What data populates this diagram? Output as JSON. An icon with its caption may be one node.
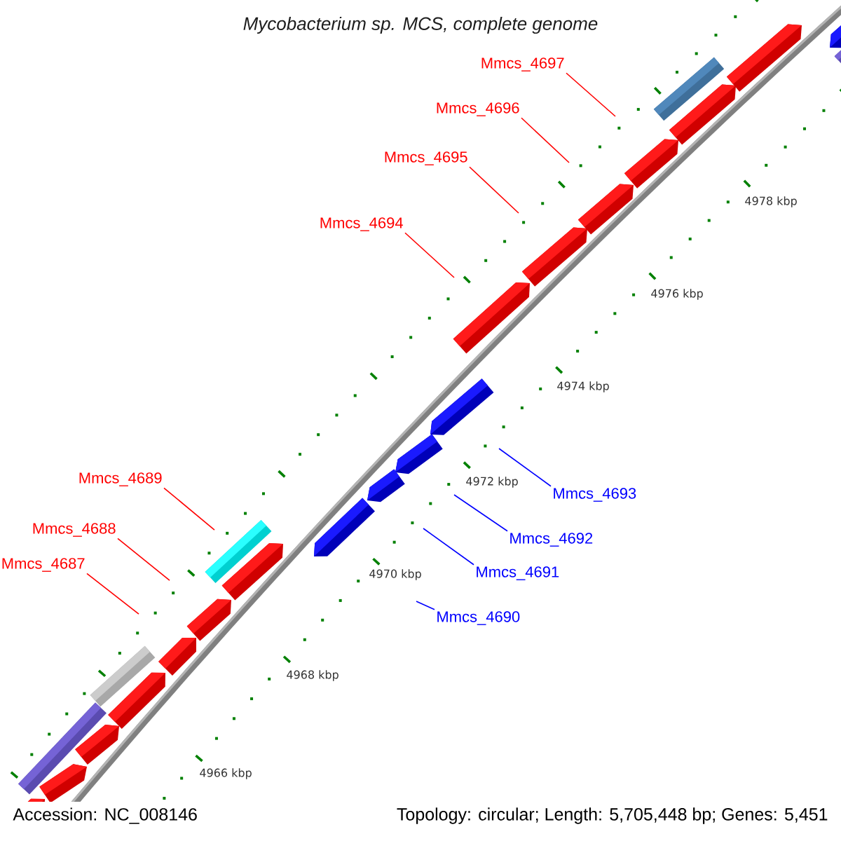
{
  "diagram": {
    "title": "Mycobacterium sp. MCS, complete genome",
    "nodes": [
      {
        "text": [
          "Mmcs_4697"
        ]
      },
      {
        "text": [
          "Mmcs_4696"
        ]
      },
      {
        "text": [
          "Mmcs_4695"
        ]
      },
      {
        "text": [
          "Mmcs_4694"
        ]
      },
      {
        "text": [
          "Mmcs_4689"
        ]
      },
      {
        "text": [
          "Mmcs_4693"
        ]
      },
      {
        "text": [
          "Mmcs_4688"
        ]
      },
      {
        "text": [
          "Mmcs_4692"
        ]
      },
      {
        "text": [
          "Mmcs_4687"
        ]
      },
      {
        "text": [
          "Mmcs_4691"
        ]
      },
      {
        "text": [
          "Mmcs_4690"
        ]
      }
    ],
    "edges": [
      {
        "from": 0,
        "to": null,
        "arrow": "none"
      },
      {
        "from": 1,
        "to": null,
        "arrow": "none"
      },
      {
        "from": 2,
        "to": null,
        "arrow": "none"
      },
      {
        "from": 3,
        "to": null,
        "arrow": "none"
      },
      {
        "from": 4,
        "to": null,
        "arrow": "none"
      },
      {
        "from": 5,
        "to": null,
        "arrow": "none",
        "color": "#0000ff"
      },
      {
        "from": 6,
        "to": null,
        "arrow": "none"
      },
      {
        "from": 7,
        "to": null,
        "arrow": "none",
        "color": "#0000ff"
      },
      {
        "from": 8,
        "to": null,
        "arrow": "none"
      },
      {
        "from": 9,
        "to": null,
        "arrow": "none",
        "color": "#0000ff"
      },
      {
        "from": 10,
        "to": null,
        "arrow": "none",
        "color": "#0000ff"
      }
    ],
    "labels": [
      "4978 kbp",
      "4976 kbp",
      "4974 kbp",
      "4972 kbp",
      "4970 kbp",
      "4968 kbp",
      "4966 kbp",
      "Accession: NC_008146",
      "Topology: circular; Length: 5,705,448 bp; Genes: 5,451"
    ]
  }
}
